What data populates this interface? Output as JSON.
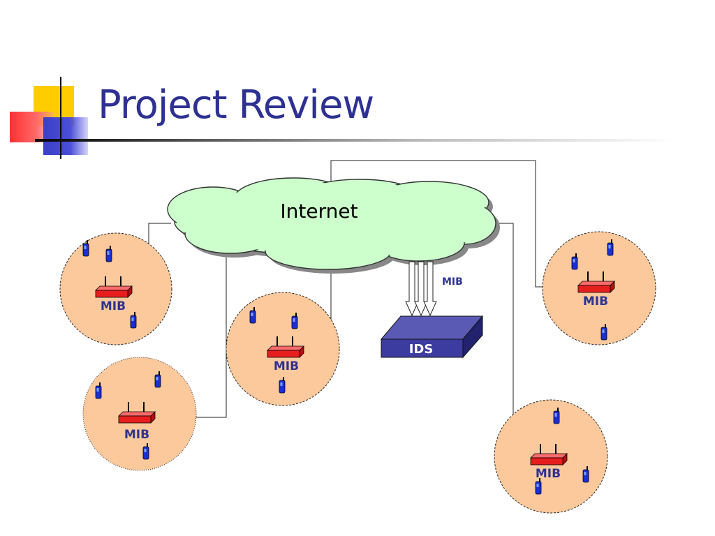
{
  "slide": {
    "title": "Project Review"
  },
  "diagram": {
    "cloud_label": "Internet",
    "ids_label": "IDS",
    "arrow_label": "MIB",
    "nodes": [
      {
        "id": "a",
        "label": "MIB"
      },
      {
        "id": "b",
        "label": "MIB"
      },
      {
        "id": "c",
        "label": "MIB"
      },
      {
        "id": "d",
        "label": "MIB"
      },
      {
        "id": "e",
        "label": "MIB"
      }
    ]
  },
  "colors": {
    "title": "#2e3192",
    "cloud_fill": "#ccffcc",
    "circle_fill": "#fbc99c",
    "router_red": "#e61e1e",
    "ids_blue": "#3b3ba0",
    "phone_blue": "#1a2fd0"
  }
}
